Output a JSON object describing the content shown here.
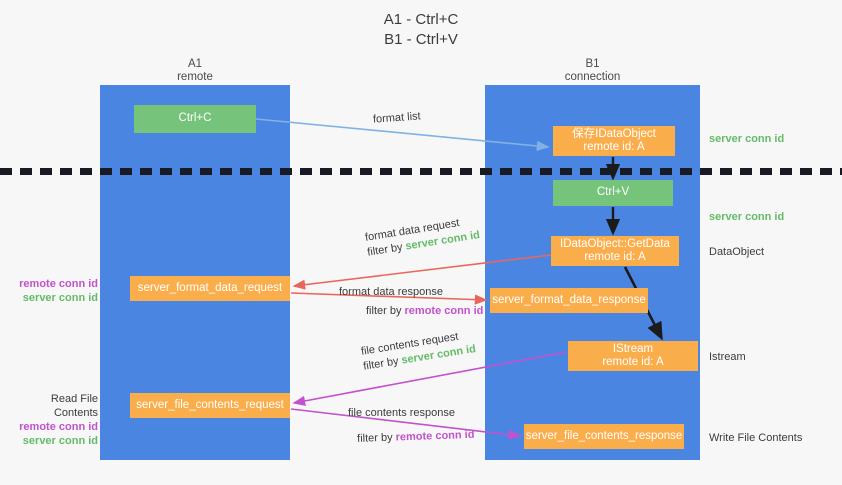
{
  "title": {
    "line1": "A1 - Ctrl+C",
    "line2": "B1 - Ctrl+V"
  },
  "columns": {
    "left": {
      "name": "A1",
      "role": "remote"
    },
    "right": {
      "name": "B1",
      "role": "connection"
    }
  },
  "boxes": {
    "ctrl_c": {
      "label": "Ctrl+C",
      "color": "#76c47c"
    },
    "idataobject": {
      "line1": "保存IDataObject",
      "line2": "remote id: A",
      "color": "#f9ad4b"
    },
    "ctrl_v": {
      "label": "Ctrl+V",
      "color": "#76c47c"
    },
    "getdata": {
      "line1": "IDataObject::GetData",
      "line2": "remote id: A",
      "color": "#f9ad4b"
    },
    "server_format_data_request": {
      "label": "server_format_data_request",
      "color": "#f9ad4b"
    },
    "server_format_data_response": {
      "label": "server_format_data_response",
      "color": "#f9ad4b"
    },
    "istream": {
      "line1": "IStream",
      "line2": "remote id: A",
      "color": "#f9ad4b"
    },
    "server_file_contents_request": {
      "label": "server_file_contents_request",
      "color": "#f9ad4b"
    },
    "server_file_contents_response": {
      "label": "server_file_contents_response",
      "color": "#f9ad4b"
    }
  },
  "captions": {
    "format_list": "format list",
    "format_data_request": "format data request",
    "format_data_request_filter_prefix": "filter by ",
    "format_data_request_filter_key": "server conn id",
    "format_data_response": "format data response",
    "format_data_response_filter_prefix": "filter by ",
    "format_data_response_filter_key": "remote conn id",
    "file_contents_request": "file contents request",
    "file_contents_request_filter_prefix": "filter by ",
    "file_contents_request_filter_key": "server conn id",
    "file_contents_response": "file contents response",
    "file_contents_response_filter_prefix": "filter by ",
    "file_contents_response_filter_key": "remote conn id"
  },
  "annotations": {
    "right": {
      "server_conn_id_top": "server conn id",
      "server_conn_id_mid": "server conn id",
      "dataobject": "DataObject",
      "istream": "Istream",
      "write_file_contents": "Write File Contents"
    },
    "left": {
      "remote_conn_id_1": "remote conn id",
      "server_conn_id_1": "server conn id",
      "read_file_contents": "Read File Contents",
      "remote_conn_id_2": "remote conn id",
      "server_conn_id_2": "server conn id"
    }
  },
  "colors": {
    "lane": "#4a86e1",
    "green_box": "#76c47c",
    "orange_box": "#f9ad4b",
    "server_conn_id": "#65bb6a",
    "remote_conn_id": "#c252cd",
    "arrow_blue": "#7fb2e5",
    "arrow_red": "#e8675c",
    "arrow_magenta": "#c252cd",
    "arrow_black": "#1b1b1b",
    "dashed_line": "#191b24",
    "background": "#f7f7f7"
  }
}
